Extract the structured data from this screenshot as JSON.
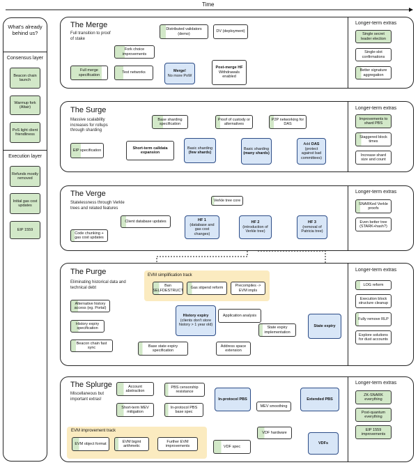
{
  "time_label": "Time",
  "sidebar": {
    "title": "What's already behind us?",
    "consensus_title": "Consensus layer",
    "consensus_items": [
      "Beacon chain launch",
      "Warmup fork (Altair)",
      "PoS light client friendliness"
    ],
    "execution_title": "Execution layer",
    "execution_items": [
      "Refunds mostly removed",
      "Initial gas cost updates",
      "EIP 1559"
    ]
  },
  "extras_title": "Longer-term extras",
  "merge": {
    "title": "The Merge",
    "desc": "Full transition to proof of stake",
    "distributed": "Distributed validators (demo)",
    "dv": "DV (deployment)",
    "fork_choice": "Fork choice improvements",
    "full_merge_spec": "Full merge specification",
    "test_networks": "Test networks",
    "merge_title": "Merge!",
    "merge_sub": "No more PoW",
    "post_merge_title": "Post-merge HF",
    "post_merge_sub": "Withdrawals enabled",
    "extras": [
      "Single secret leader election",
      "Single-slot confirmations",
      "Better signature aggregation"
    ]
  },
  "surge": {
    "title": "The Surge",
    "desc": "Massive scalability increases for rollups through sharding",
    "base_sharding_spec": "Base sharding specification",
    "custody": "Proof of custody or alternatives",
    "p2p": "P2P networking for DAS",
    "eip": "EIP specification",
    "short_term": "Short-term calldata expansion",
    "basic_few_pre": "Basic sharding",
    "basic_few": "(few shards)",
    "basic_many_pre": "Basic sharding",
    "basic_many": "(many shards)",
    "das_pre": "Add",
    "das_bold": "DAS",
    "das_post": "(protect against bad committees)",
    "extras": [
      "Improvements to shard PBS",
      "Staggered block times",
      "Increase shard size and count"
    ]
  },
  "verge": {
    "title": "The Verge",
    "desc": "Statelessness through Verkle trees and related features",
    "verkle_core": "Verkle tree core",
    "client_db": "Client database updates",
    "chunking": "Code chunking + gas cost updates",
    "hf1_title": "HF 1",
    "hf1_sub": "(database and gas cost changes)",
    "hf2_title": "HF 2",
    "hf2_sub": "(introduction of Verkle tree)",
    "hf3_title": "HF 3",
    "hf3_sub": "(removal of Patricia tree)",
    "extras": [
      "SNARKed Verkle proofs",
      "Even better tree (STARK+hash?)"
    ]
  },
  "purge": {
    "title": "The Purge",
    "desc": "Eliminating historical data and technical debt",
    "track_title": "EVM simplification track",
    "ban": "Ban SELFDESTRUCT",
    "gas_stipend": "Gas stipend reform",
    "precompiles": "Precompiles -> EVM impls",
    "alt_history": "Alternative history access (eg. Portal)",
    "history_spec": "History expiry specification",
    "beacon_sync": "Beacon chain fast sync",
    "history_title": "History expiry",
    "history_sub": "(clients don't store history > 1 year old)",
    "app_analysis": "Application analysis",
    "state_impl": "State expiry implementation",
    "base_state_spec": "Base state expiry specification",
    "address_space": "Address space extension",
    "state_expiry": "State expiry",
    "extras": [
      "LOG reform",
      "Execution block structure cleanup",
      "Fully remove RLP",
      "Explore solutions for dust accounts"
    ]
  },
  "splurge": {
    "title": "The Splurge",
    "desc": "Miscellaneous but important extras!",
    "account_abstraction": "Account abstraction",
    "pbs_censorship": "PBS censorship resistance",
    "in_protocol_pbs": "In-protocol PBS",
    "short_mev": "Short-term MEV mitigation",
    "pbs_base_spec": "In-protocol PBS base spec",
    "mev_smoothing": "MEV smoothing",
    "extended_pbs": "Extended PBS",
    "track_title": "EVM improvement track",
    "evm_object": "EVM object format",
    "evm_bigint": "EVM bigint arithmetic",
    "further_evm": "Further EVM improvements",
    "vdf_hardware": "VDF hardware",
    "vdf_spec": "VDF spec",
    "vdfs": "VDFs",
    "extras": [
      "ZK-SNARK everything",
      "Post-quantum everything",
      "EIP 1559 improvements"
    ]
  }
}
